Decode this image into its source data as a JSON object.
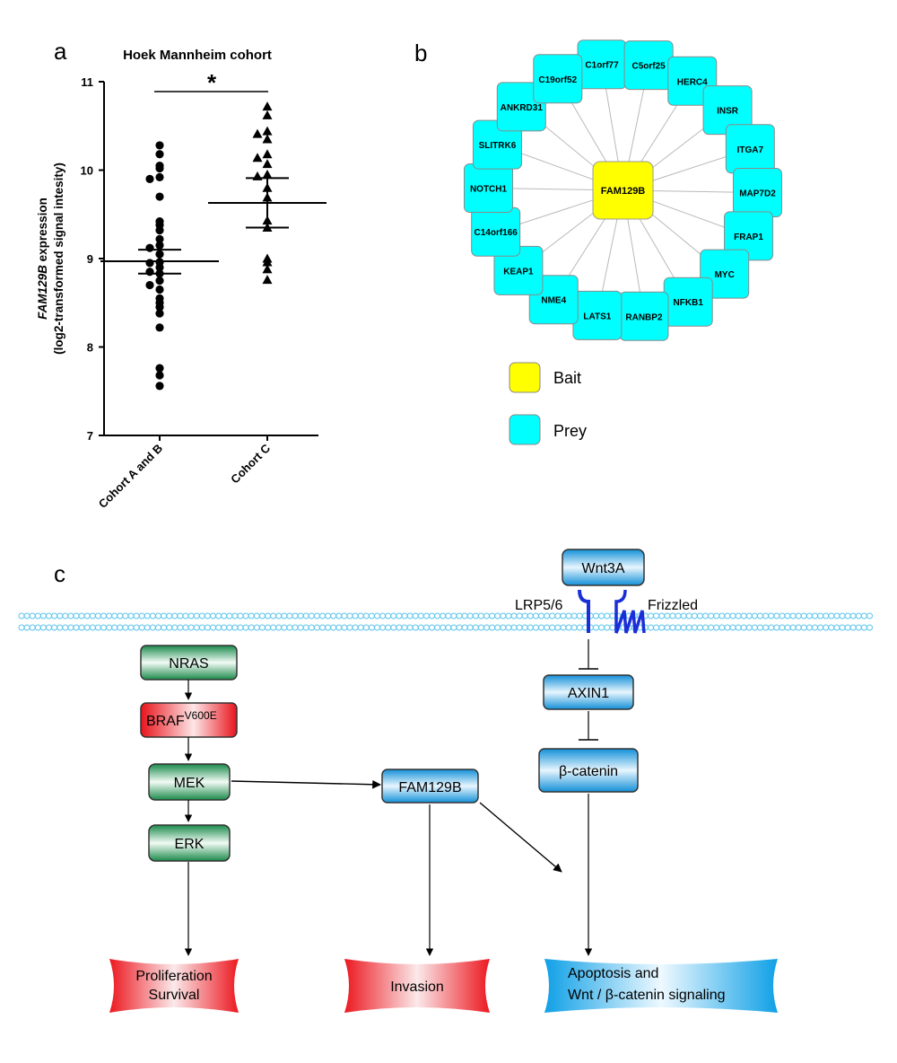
{
  "panels": {
    "a": "a",
    "b": "b",
    "c": "c"
  },
  "panel_a": {
    "chart_data": {
      "type": "scatter",
      "title": "Hoek Mannheim cohort",
      "ylabel_italic": "FAM129B",
      "ylabel_rest": " expression",
      "ylabel_line2": "(log2-transformed signal intesity)",
      "categories": [
        "Cohort A and B",
        "Cohort C"
      ],
      "ylim": [
        7,
        11
      ],
      "yticks": [
        "7",
        "8",
        "9",
        "10",
        "11"
      ],
      "significance": "*",
      "series": [
        {
          "marker": "circle",
          "category": "Cohort A and B",
          "values": [
            10.28,
            10.18,
            10.05,
            10.02,
            9.92,
            9.9,
            9.7,
            9.42,
            9.38,
            9.32,
            9.22,
            9.15,
            9.12,
            9.05,
            8.96,
            8.95,
            8.9,
            8.85,
            8.83,
            8.75,
            8.7,
            8.65,
            8.55,
            8.5,
            8.45,
            8.38,
            8.22,
            7.76,
            7.68,
            7.56
          ],
          "mean": 8.97,
          "sem_low": 8.83,
          "sem_high": 9.1
        },
        {
          "marker": "triangle",
          "category": "Cohort C",
          "values": [
            10.72,
            10.62,
            10.44,
            10.41,
            10.35,
            10.18,
            10.14,
            10.07,
            9.95,
            9.93,
            9.8,
            9.69,
            9.43,
            9.35,
            9.0,
            8.96,
            8.88,
            8.76
          ],
          "mean": 9.63,
          "sem_low": 9.35,
          "sem_high": 9.91
        }
      ]
    }
  },
  "panel_b": {
    "bait": "FAM129B",
    "prey": [
      "C1orf77",
      "C5orf25",
      "HERC4",
      "INSR",
      "ITGA7",
      "MAP7D2",
      "FRAP1",
      "MYC",
      "NFKB1",
      "RANBP2",
      "LATS1",
      "NME4",
      "KEAP1",
      "C14orf166",
      "NOTCH1",
      "SLITRK6",
      "ANKRD31",
      "C19orf52"
    ],
    "legend": [
      {
        "label": "Bait",
        "color": "#ffff00"
      },
      {
        "label": "Prey",
        "color": "#00ffff"
      }
    ]
  },
  "panel_c": {
    "wnt3a": "Wnt3A",
    "lrp": "LRP5/6",
    "frizzled": "Frizzled",
    "nras": "NRAS",
    "braf": "BRAF",
    "braf_sup": "V600E",
    "mek": "MEK",
    "erk": "ERK",
    "fam129b": "FAM129B",
    "axin1": "AXIN1",
    "catenin": "β-catenin",
    "out_prolif_1": "Proliferation",
    "out_prolif_2": "Survival",
    "out_invasion": "Invasion",
    "out_apop_1": "Apoptosis and",
    "out_apop_2": "Wnt / β-catenin signaling",
    "colors": {
      "green": "#1f8a4c",
      "red": "#e8141c",
      "blue": "#1f98dd"
    }
  }
}
